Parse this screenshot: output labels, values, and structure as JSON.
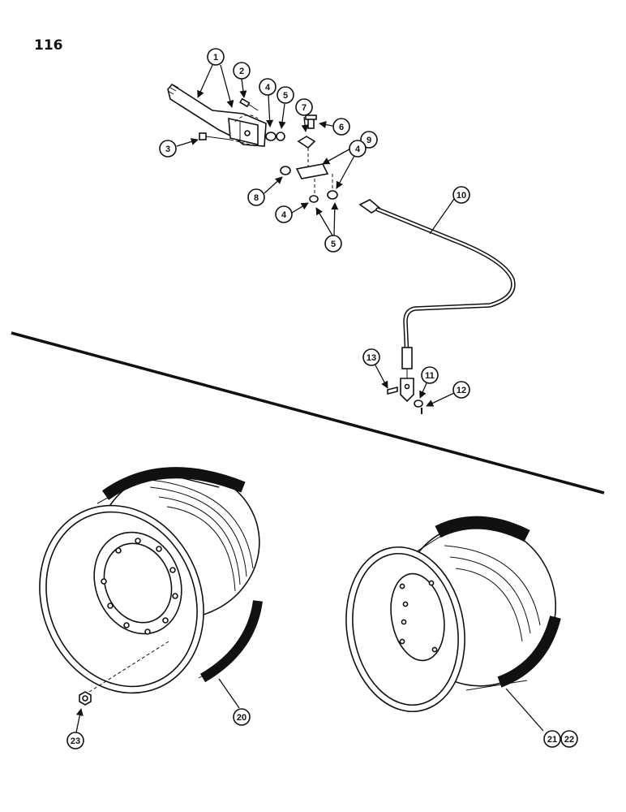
{
  "page": {
    "number": "116"
  },
  "callouts": {
    "c1": "1",
    "c2": "2",
    "c3": "3",
    "c4a": "4",
    "c4b": "4",
    "c4c": "4",
    "c5a": "5",
    "c5b": "5",
    "c6": "6",
    "c7": "7",
    "c8": "8",
    "c9": "9",
    "c10": "10",
    "c11": "11",
    "c12": "12",
    "c13": "13",
    "c20": "20",
    "c21": "21",
    "c22": "22",
    "c23": "23"
  }
}
